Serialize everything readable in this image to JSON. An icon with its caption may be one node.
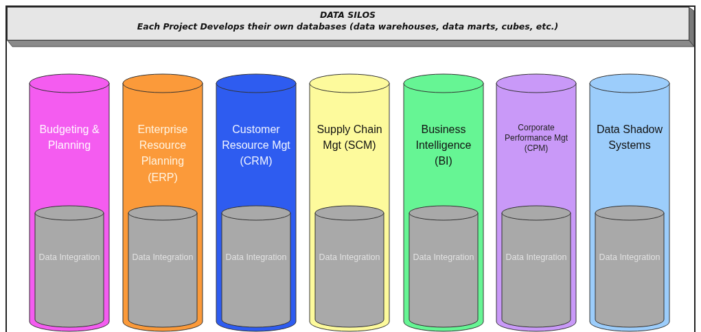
{
  "diagram": {
    "nodes": [
      {
        "text": [
          "DATA SILOS",
          "Each Project Develops their own databases (data warehouses, data marts, cubes, etc.)"
        ]
      },
      {
        "text": [
          "Budgeting & Planning"
        ]
      },
      {
        "text": [
          "Data Integration"
        ],
        "in": 1
      },
      {
        "text": [
          "Enterprise Resource Planning (ERP)"
        ]
      },
      {
        "text": [
          "Data Integration"
        ],
        "in": 3
      },
      {
        "text": [
          "Customer Resource Mgt (CRM)"
        ]
      },
      {
        "text": [
          "Data Integration"
        ],
        "in": 5
      },
      {
        "text": [
          "Supply Chain Mgt (SCM)"
        ]
      },
      {
        "text": [
          "Data Integration"
        ],
        "in": 7
      },
      {
        "text": [
          "Business Intelligence (BI)"
        ]
      },
      {
        "text": [
          "Data Integration"
        ],
        "in": 9
      },
      {
        "text": [
          "Corporate Performance Mgt (CPM)"
        ]
      },
      {
        "text": [
          "Data Integration"
        ],
        "in": 11
      },
      {
        "text": [
          "Data Shadow Systems"
        ]
      },
      {
        "text": [
          "Data Integration"
        ],
        "in": 13
      }
    ]
  }
}
